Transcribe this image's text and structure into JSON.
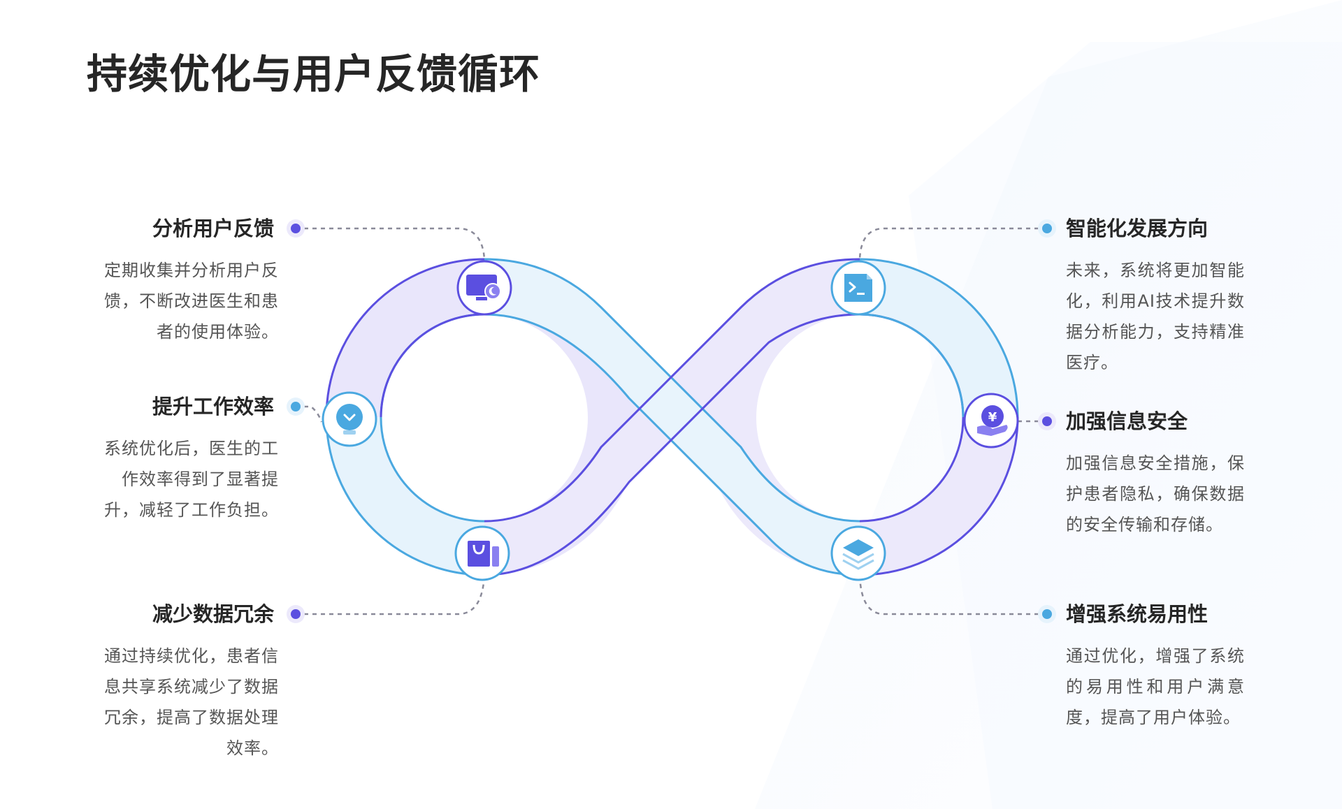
{
  "title": "持续优化与用户反馈循环",
  "colors": {
    "purple": "#5b4fe0",
    "blue": "#4aa8e0",
    "purple_fill": "#ece9fb",
    "blue_fill": "#e6f3fc",
    "connector": "#8a8a99"
  },
  "items": [
    {
      "id": "analyze-feedback",
      "side": "left",
      "title": "分析用户反馈",
      "desc": "定期收集并分析用户反馈，不断改进医生和患者的使用体验。",
      "icon": "monitor-moon-icon",
      "dot_color": "purple"
    },
    {
      "id": "improve-efficiency",
      "side": "left",
      "title": "提升工作效率",
      "desc": "系统优化后，医生的工作效率得到了显著提升，减轻了工作负担。",
      "icon": "lightbulb-icon",
      "dot_color": "blue"
    },
    {
      "id": "reduce-redundancy",
      "side": "left",
      "title": "减少数据冗余",
      "desc": "通过持续优化，患者信息共享系统减少了数据冗余，提高了数据处理效率。",
      "icon": "shopping-bag-icon",
      "dot_color": "purple"
    },
    {
      "id": "intelligent-direction",
      "side": "right",
      "title": "智能化发展方向",
      "desc": "未来，系统将更加智能化，利用AI技术提升数据分析能力，支持精准医疗。",
      "icon": "terminal-file-icon",
      "dot_color": "blue"
    },
    {
      "id": "security",
      "side": "right",
      "title": "加强信息安全",
      "desc": "加强信息安全措施，保护患者隐私，确保数据的安全传输和存储。",
      "icon": "yuan-hand-icon",
      "dot_color": "purple"
    },
    {
      "id": "usability",
      "side": "right",
      "title": "增强系统易用性",
      "desc": "通过优化，增强了系统的易用性和用户满意度，提高了用户体验。",
      "icon": "layers-icon",
      "dot_color": "blue"
    }
  ]
}
